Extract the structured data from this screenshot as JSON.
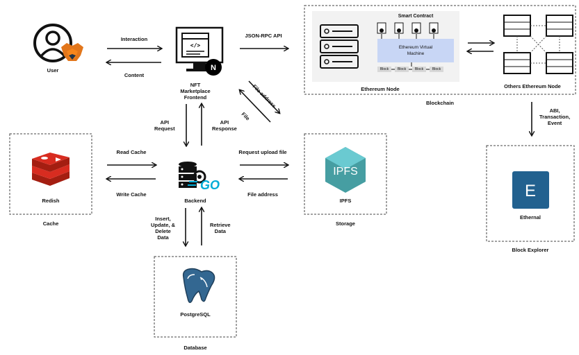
{
  "nodes": {
    "user": "User",
    "frontend": "NFT\nMarketplace\nFrontend",
    "backend": "Backend",
    "redis": "Redish",
    "ipfs": "IPFS",
    "ipfs_logo_text": "IPFS",
    "postgres": "PostgreSQL",
    "ethereum_node": "Ethereum Node",
    "others_node": "Others Ethereum Node",
    "etherscan": "Ethernal",
    "etherscan_logo_text": "E",
    "go_logo_text": "GO",
    "smart_contract": "Smart Contract",
    "evm": "Ethereum Virtual\nMachine",
    "blocks": [
      "Block",
      "Block",
      "Block",
      "Block"
    ]
  },
  "groups": {
    "cache": "Cache",
    "storage": "Storage",
    "database": "Database",
    "blockchain": "Blockchain",
    "block_explorer": "Block Explorer"
  },
  "edges": {
    "interaction": "Interaction",
    "content": "Content",
    "jsonrpc": "JSON-RPC API",
    "file_address_top": "File address",
    "file": "File",
    "api_request": "API\nRequest",
    "api_response": "API\nResponse",
    "read_cache": "Read Cache",
    "write_cache": "Write Cache",
    "request_upload": "Request upload file",
    "file_address": "File address",
    "insert": "Insert,\nUpdate, &\nDelete\nData",
    "retrieve": "Retrieve\nData",
    "abi": "ABI,\nTransaction,\nEvent"
  },
  "colors": {
    "redis": "#d82c20",
    "ipfs": "#469ea2",
    "etherscan": "#22618f",
    "go": "#00acd7",
    "postgres": "#336791",
    "metamask": "#e2761b",
    "evm_box": "#c8d6f5",
    "node_panel": "#f2f2f2"
  }
}
